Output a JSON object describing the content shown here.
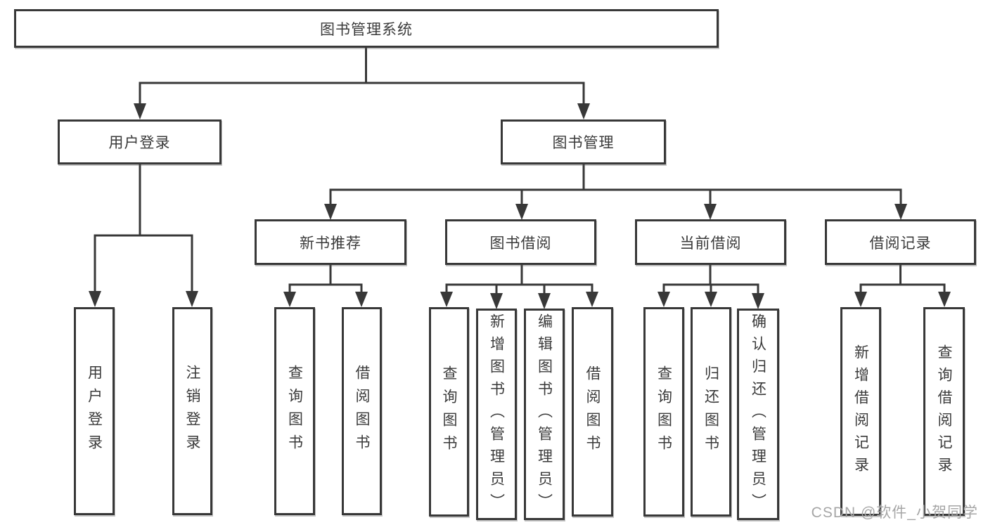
{
  "root": {
    "label": "图书管理系统"
  },
  "user_login": {
    "label": "用户登录",
    "children": [
      {
        "label": "用户登录"
      },
      {
        "label": "注销登录"
      }
    ]
  },
  "book_management": {
    "label": "图书管理",
    "children": [
      {
        "label": "新书推荐",
        "children": [
          {
            "label": "查询图书"
          },
          {
            "label": "借阅图书"
          }
        ]
      },
      {
        "label": "图书借阅",
        "children": [
          {
            "label": "查询图书"
          },
          {
            "label": "新增图书（管理员）"
          },
          {
            "label": "编辑图书（管理员）"
          },
          {
            "label": "借阅图书"
          }
        ]
      },
      {
        "label": "当前借阅",
        "children": [
          {
            "label": "查询图书"
          },
          {
            "label": "归还图书"
          },
          {
            "label": "确认归还（管理员）"
          }
        ]
      },
      {
        "label": "借阅记录",
        "children": [
          {
            "label": "新增借阅记录"
          },
          {
            "label": "查询借阅记录"
          }
        ]
      }
    ]
  },
  "watermark": "CSDN @软件_小贺同学",
  "colors": {
    "line": "#383838",
    "text": "#3a3a3a",
    "watermark": "#a6a6a6",
    "background": "#ffffff"
  }
}
